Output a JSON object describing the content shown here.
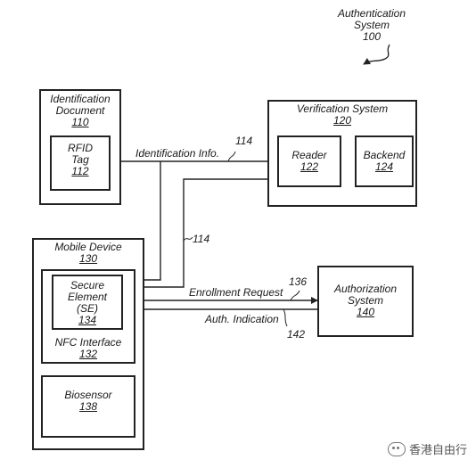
{
  "auth_system": {
    "label": "Authentication System",
    "number": "100"
  },
  "id_document": {
    "label": "Identification Document",
    "number": "110"
  },
  "rfid_tag": {
    "label": "RFID Tag",
    "number": "112"
  },
  "verification_system": {
    "label": "Verification System",
    "number": "120"
  },
  "reader": {
    "label": "Reader",
    "number": "122"
  },
  "backend": {
    "label": "Backend",
    "number": "124"
  },
  "mobile_device": {
    "label": "Mobile Device",
    "number": "130"
  },
  "secure_element": {
    "label": "Secure Element (SE)",
    "number": "134"
  },
  "nfc_interface": {
    "label": "NFC Interface",
    "number": "132"
  },
  "biosensor": {
    "label": "Biosensor",
    "number": "138"
  },
  "authorization_system": {
    "label": "Authorization System",
    "number": "140"
  },
  "links": {
    "identification_info": "Identification Info.",
    "identification_info_ref": "114",
    "mobile_link_ref": "114",
    "enrollment_request": "Enrollment Request",
    "enrollment_ref": "136",
    "auth_indication": "Auth. Indication",
    "auth_indication_ref": "142"
  },
  "watermark": "香港自由行"
}
